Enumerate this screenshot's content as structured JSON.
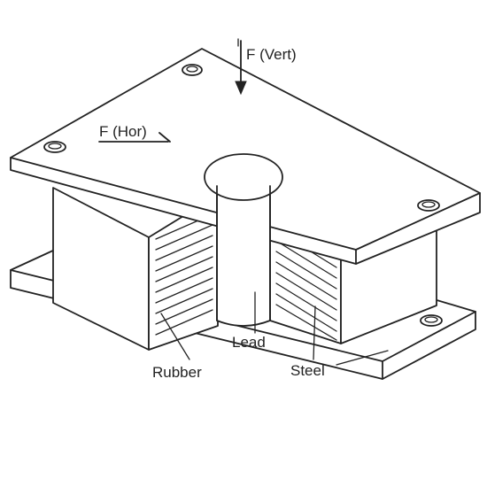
{
  "labels": {
    "force_vertical": "F (Vert)",
    "force_horizontal": "F (Hor)",
    "lead": "Lead",
    "rubber": "Rubber",
    "steel": "Steel"
  },
  "colors": {
    "line": "#222222",
    "background": "#ffffff"
  }
}
